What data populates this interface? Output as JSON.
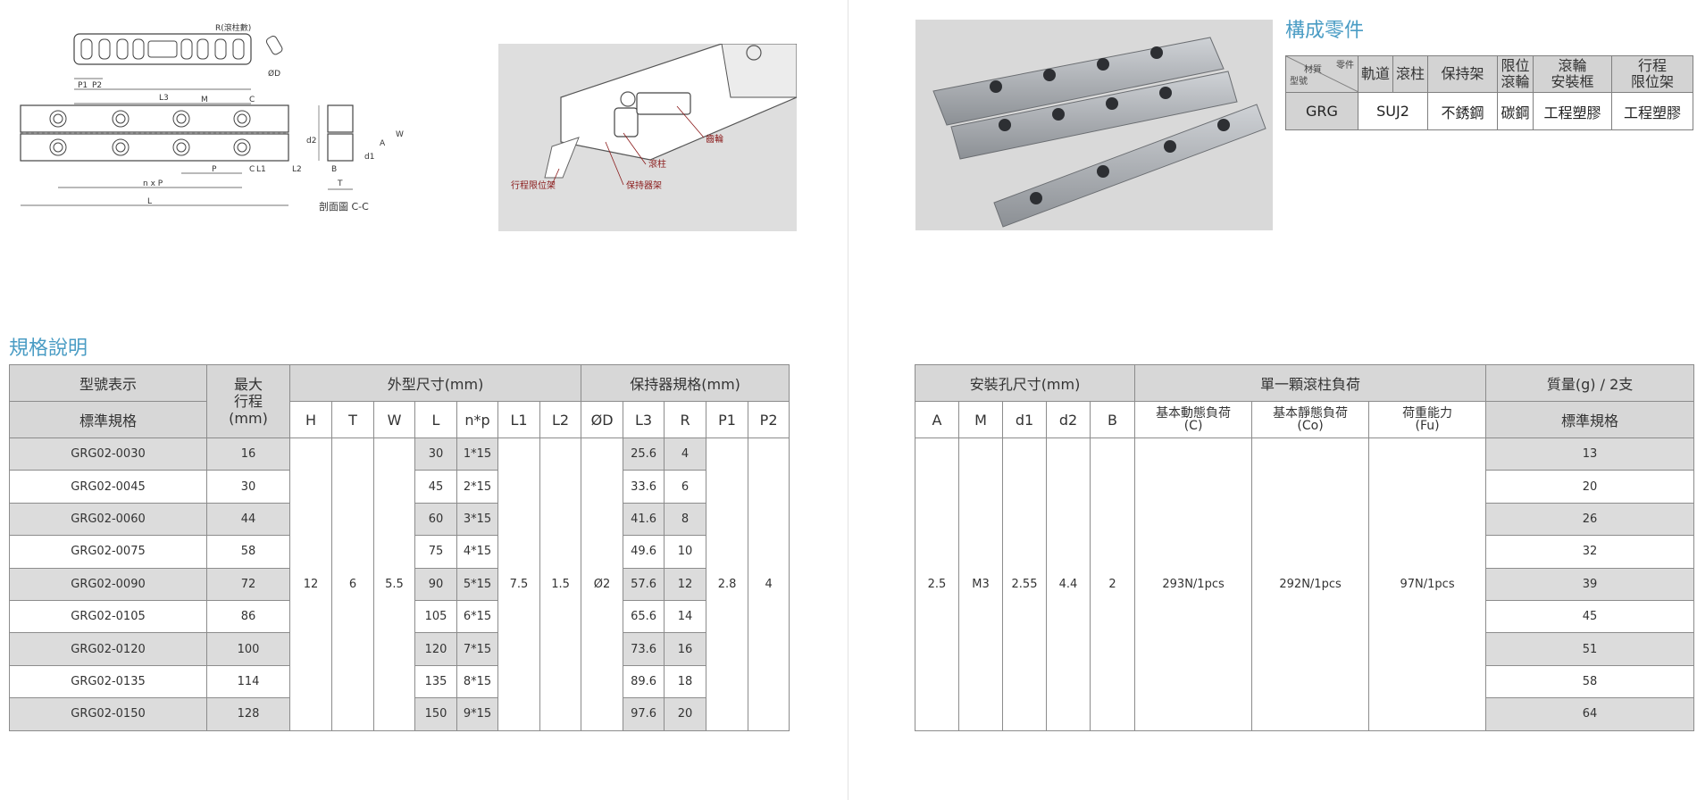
{
  "drawing": {
    "labels": {
      "R": "R(滾柱數)",
      "P1": "P1",
      "P2": "P2",
      "L3": "L3",
      "M": "M",
      "C": "C",
      "P": "P",
      "L1": "L1",
      "L2": "L2",
      "nxP": "n x P",
      "L": "L",
      "T": "T",
      "B": "B",
      "d1": "d1",
      "d2": "d2",
      "A": "A",
      "W": "W",
      "D": "ØD",
      "section": "剖面圖 C-C"
    }
  },
  "callouts": {
    "gear": "齒輪",
    "roller": "滾柱",
    "stroke_limiter": "行程限位架",
    "cage": "保持器架"
  },
  "parts": {
    "title": "構成零件",
    "corner_top": "零件",
    "corner_left": "材質",
    "corner_bottom": "型號",
    "headers": [
      "軌道",
      "滾柱",
      "保持架",
      "限位\n滾輪",
      "滾輪\n安裝框",
      "行程\n限位架"
    ],
    "row": [
      "GRG",
      "SUJ2",
      "不銹鋼",
      "碳鋼",
      "工程塑膠",
      "工程塑膠"
    ]
  },
  "spec": {
    "title": "規格說明",
    "left_headers": {
      "model": "型號表示",
      "standard": "標準規格",
      "max_stroke": "最大\n行程",
      "mm": "(mm)",
      "outer": "外型尺寸(mm)",
      "cage": "保持器規格(mm)",
      "cols": [
        "H",
        "T",
        "W",
        "L",
        "n*p",
        "L1",
        "L2",
        "ØD",
        "L3",
        "R",
        "P1",
        "P2"
      ]
    },
    "right_headers": {
      "mount": "安裝孔尺寸(mm)",
      "load": "單一顆滾柱負荷",
      "mass": "質量(g) / 2支",
      "standard": "標準規格",
      "cols": [
        "A",
        "M",
        "d1",
        "d2",
        "B"
      ],
      "load_cols": [
        "基本動態負荷\n(C)",
        "基本靜態負荷\n(Co)",
        "荷重能力\n(Fu)"
      ]
    },
    "rows": [
      {
        "model": "GRG02-0030",
        "stroke": "16",
        "L": "30",
        "np": "1*15",
        "L3": "25.6",
        "R": "4",
        "mass": "13"
      },
      {
        "model": "GRG02-0045",
        "stroke": "30",
        "L": "45",
        "np": "2*15",
        "L3": "33.6",
        "R": "6",
        "mass": "20"
      },
      {
        "model": "GRG02-0060",
        "stroke": "44",
        "L": "60",
        "np": "3*15",
        "L3": "41.6",
        "R": "8",
        "mass": "26"
      },
      {
        "model": "GRG02-0075",
        "stroke": "58",
        "L": "75",
        "np": "4*15",
        "L3": "49.6",
        "R": "10",
        "mass": "32"
      },
      {
        "model": "GRG02-0090",
        "stroke": "72",
        "L": "90",
        "np": "5*15",
        "L3": "57.6",
        "R": "12",
        "mass": "39"
      },
      {
        "model": "GRG02-0105",
        "stroke": "86",
        "L": "105",
        "np": "6*15",
        "L3": "65.6",
        "R": "14",
        "mass": "45"
      },
      {
        "model": "GRG02-0120",
        "stroke": "100",
        "L": "120",
        "np": "7*15",
        "L3": "73.6",
        "R": "16",
        "mass": "51"
      },
      {
        "model": "GRG02-0135",
        "stroke": "114",
        "L": "135",
        "np": "8*15",
        "L3": "89.6",
        "R": "18",
        "mass": "58"
      },
      {
        "model": "GRG02-0150",
        "stroke": "128",
        "L": "150",
        "np": "9*15",
        "L3": "97.6",
        "R": "20",
        "mass": "64"
      }
    ],
    "common": {
      "H": "12",
      "T": "6",
      "W": "5.5",
      "L1": "7.5",
      "L2": "1.5",
      "D": "Ø2",
      "P1": "2.8",
      "P2": "4",
      "A": "2.5",
      "M": "M3",
      "d1": "2.55",
      "d2": "4.4",
      "B": "2",
      "C": "293N/1pcs",
      "Co": "292N/1pcs",
      "Fu": "97N/1pcs"
    }
  }
}
